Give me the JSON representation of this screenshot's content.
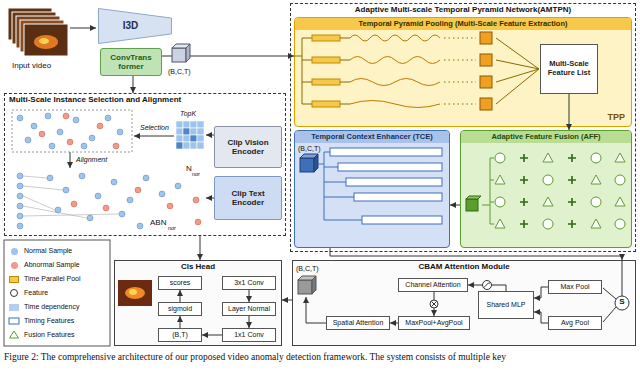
{
  "diagram": {
    "caption": "Figure 2: The comprehensive architecture of our proposed video anomaly detection framework. The system consists of multiple key",
    "nodes": [
      {
        "text": [
          "I3D"
        ]
      },
      {
        "text": [
          "ConvTrans former"
        ]
      },
      {
        "text": [
          "Adaptive Multi-scale Temporal Pyramid Network(AMTPN)"
        ]
      },
      {
        "text": [
          "Temporal Pyramid Pooling (Multi-Scale Feature Extraction)",
          "TPP"
        ],
        "in": 2
      },
      {
        "text": [
          "Multi-Scale Feature List"
        ],
        "in": 3
      },
      {
        "text": [
          "Multi-Scale Instance Selection and Alignment"
        ]
      },
      {
        "text": [
          "Clip Vision Encoder"
        ],
        "in": 5
      },
      {
        "text": [
          "Clip Text Encoder"
        ],
        "in": 5
      },
      {
        "text": [
          "Temporal Context Enhancer (TCE)"
        ],
        "in": 2
      },
      {
        "text": [
          "Adaptive Feature Fusion (AFF)"
        ],
        "in": 2
      },
      {
        "text": [
          "Cls Head"
        ]
      },
      {
        "text": [
          "scores"
        ],
        "in": 10
      },
      {
        "text": [
          "3x1 Conv"
        ],
        "in": 10
      },
      {
        "text": [
          "sigmoid"
        ],
        "in": 10
      },
      {
        "text": [
          "Layer Normal"
        ],
        "in": 10
      },
      {
        "text": [
          "(B,T)"
        ],
        "in": 10
      },
      {
        "text": [
          "1x1 Conv"
        ],
        "in": 10
      },
      {
        "text": [
          "CBAM Attention Module"
        ]
      },
      {
        "text": [
          "Channel Attention"
        ],
        "in": 17
      },
      {
        "text": [
          "Max Pool"
        ],
        "in": 17
      },
      {
        "text": [
          "Shared MLP"
        ],
        "in": 17
      },
      {
        "text": [
          "Spatial Attention"
        ],
        "in": 17
      },
      {
        "text": [
          "MaxPool+AvgPool"
        ],
        "in": 17
      },
      {
        "text": [
          "Avg Pool"
        ],
        "in": 17
      }
    ],
    "edges": [
      {
        "from": 1,
        "to": 3,
        "arrow": "to"
      },
      {
        "from": 1,
        "to": 5,
        "arrow": "to"
      },
      {
        "from": 4,
        "to": 9,
        "arrow": "to"
      },
      {
        "from": 9,
        "to": 8,
        "arrow": "to"
      },
      {
        "from": 8,
        "to": 17,
        "arrow": "to"
      },
      {
        "from": 17,
        "to": 10,
        "arrow": "to"
      },
      {
        "from": 5,
        "to": 10,
        "arrow": "to"
      },
      {
        "from": 12,
        "to": 14,
        "arrow": "to"
      },
      {
        "from": 14,
        "to": 16,
        "arrow": "to"
      },
      {
        "from": 16,
        "to": 15,
        "arrow": "to"
      },
      {
        "from": 15,
        "to": 13,
        "arrow": "to"
      },
      {
        "from": 13,
        "to": 11,
        "arrow": "to"
      },
      {
        "from": 19,
        "to": 20,
        "arrow": "to"
      },
      {
        "from": 23,
        "to": 20,
        "arrow": "to"
      },
      {
        "from": 20,
        "to": 18,
        "arrow": "to"
      },
      {
        "from": 18,
        "to": 22,
        "arrow": "to"
      },
      {
        "from": 22,
        "to": 21,
        "arrow": "to"
      }
    ],
    "labels": [
      "Input video",
      "(B,C,T)",
      "TopK",
      "Selection",
      "Alignment",
      "N",
      "nor",
      "ABN",
      "nor",
      "(B,C,T)",
      "(B,C,T)",
      "S"
    ],
    "legend": [
      {
        "text": "Normal Sample",
        "color": "#9ec3ec"
      },
      {
        "text": "Abnormal Sample",
        "color": "#f2998a"
      },
      {
        "text": "Time Parallel Pool",
        "color": "#f7c94a"
      },
      {
        "text": "Feature"
      },
      {
        "text": "Time dependency",
        "color": "#b5cdee"
      },
      {
        "text": "Timing Features"
      },
      {
        "text": "Fusion Features"
      }
    ]
  }
}
